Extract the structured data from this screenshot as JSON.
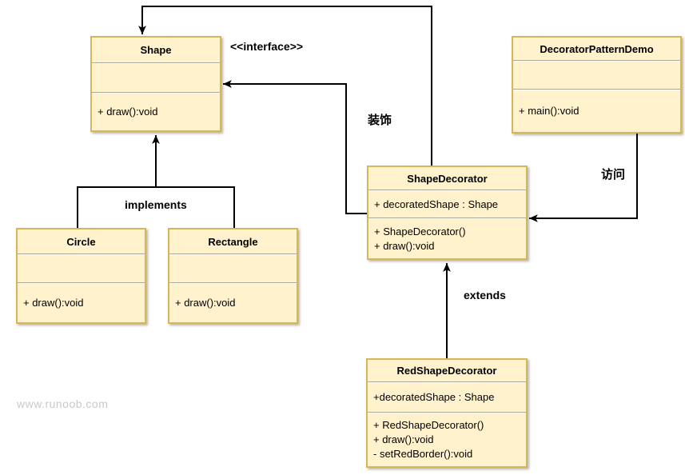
{
  "page": {
    "watermark": "www.runoob.com",
    "background_color": "#ffffff"
  },
  "colors": {
    "box_fill": "#FFF2CC",
    "box_border": "#D6B656",
    "connector": "#000000",
    "divider": "#aba89b",
    "watermark_text": "#c9c9c9"
  },
  "classes": [
    {
      "id": "shape",
      "title": "Shape",
      "attributes": [],
      "methods": [
        "+ draw():void"
      ]
    },
    {
      "id": "decorator-pattern-demo",
      "title": "DecoratorPatternDemo",
      "attributes": [],
      "methods": [
        "+ main():void"
      ]
    },
    {
      "id": "shape-decorator",
      "title": "ShapeDecorator",
      "attributes": [
        "+ decoratedShape : Shape"
      ],
      "methods": [
        "+ ShapeDecorator()",
        "+ draw():void"
      ]
    },
    {
      "id": "red-shape-decorator",
      "title": "RedShapeDecorator",
      "attributes": [
        "+decoratedShape : Shape"
      ],
      "methods": [
        "+ RedShapeDecorator()",
        "+ draw():void",
        "- setRedBorder():void"
      ]
    },
    {
      "id": "circle",
      "title": "Circle",
      "attributes": [],
      "methods": [
        "+ draw():void"
      ]
    },
    {
      "id": "rectangle",
      "title": "Rectangle",
      "attributes": [],
      "methods": [
        "+ draw():void"
      ]
    }
  ],
  "labels": {
    "interface_stereotype": "<<interface>>",
    "decorate": "装饰",
    "access": "访问",
    "implements": "implements",
    "extends": "extends"
  }
}
